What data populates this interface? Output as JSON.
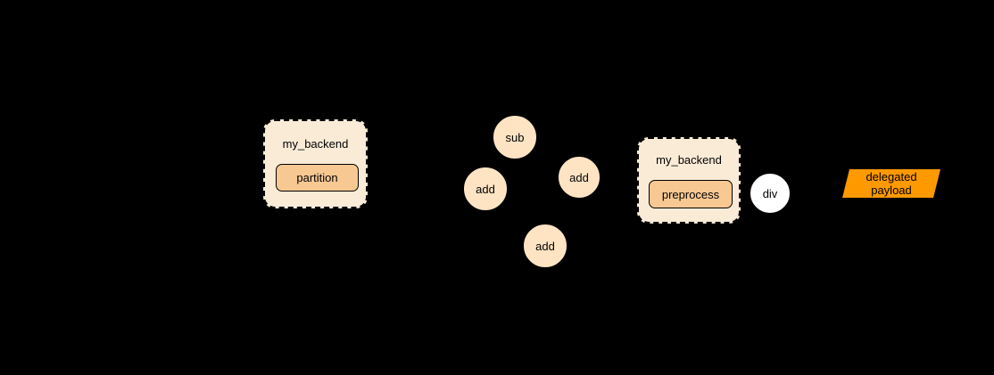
{
  "canvas": {
    "background": "#000000"
  },
  "colors": {
    "group_fill": "#FAEBD7",
    "inner_node_fill": "#F8C893",
    "op_node_fill": "#FFE4C4",
    "div_node_fill": "#FFFFFF",
    "payload_fill": "#FF9900",
    "text": "#000000"
  },
  "graph": {
    "groups": [
      {
        "title": "my_backend",
        "node_label": "partition"
      },
      {
        "title": "my_backend",
        "node_label": "preprocess"
      }
    ],
    "op_nodes": [
      {
        "label": "sub"
      },
      {
        "label": "add"
      },
      {
        "label": "add"
      },
      {
        "label": "add"
      },
      {
        "label": "div"
      }
    ],
    "payload_node": {
      "lines": [
        "delegated",
        "payload"
      ]
    }
  }
}
